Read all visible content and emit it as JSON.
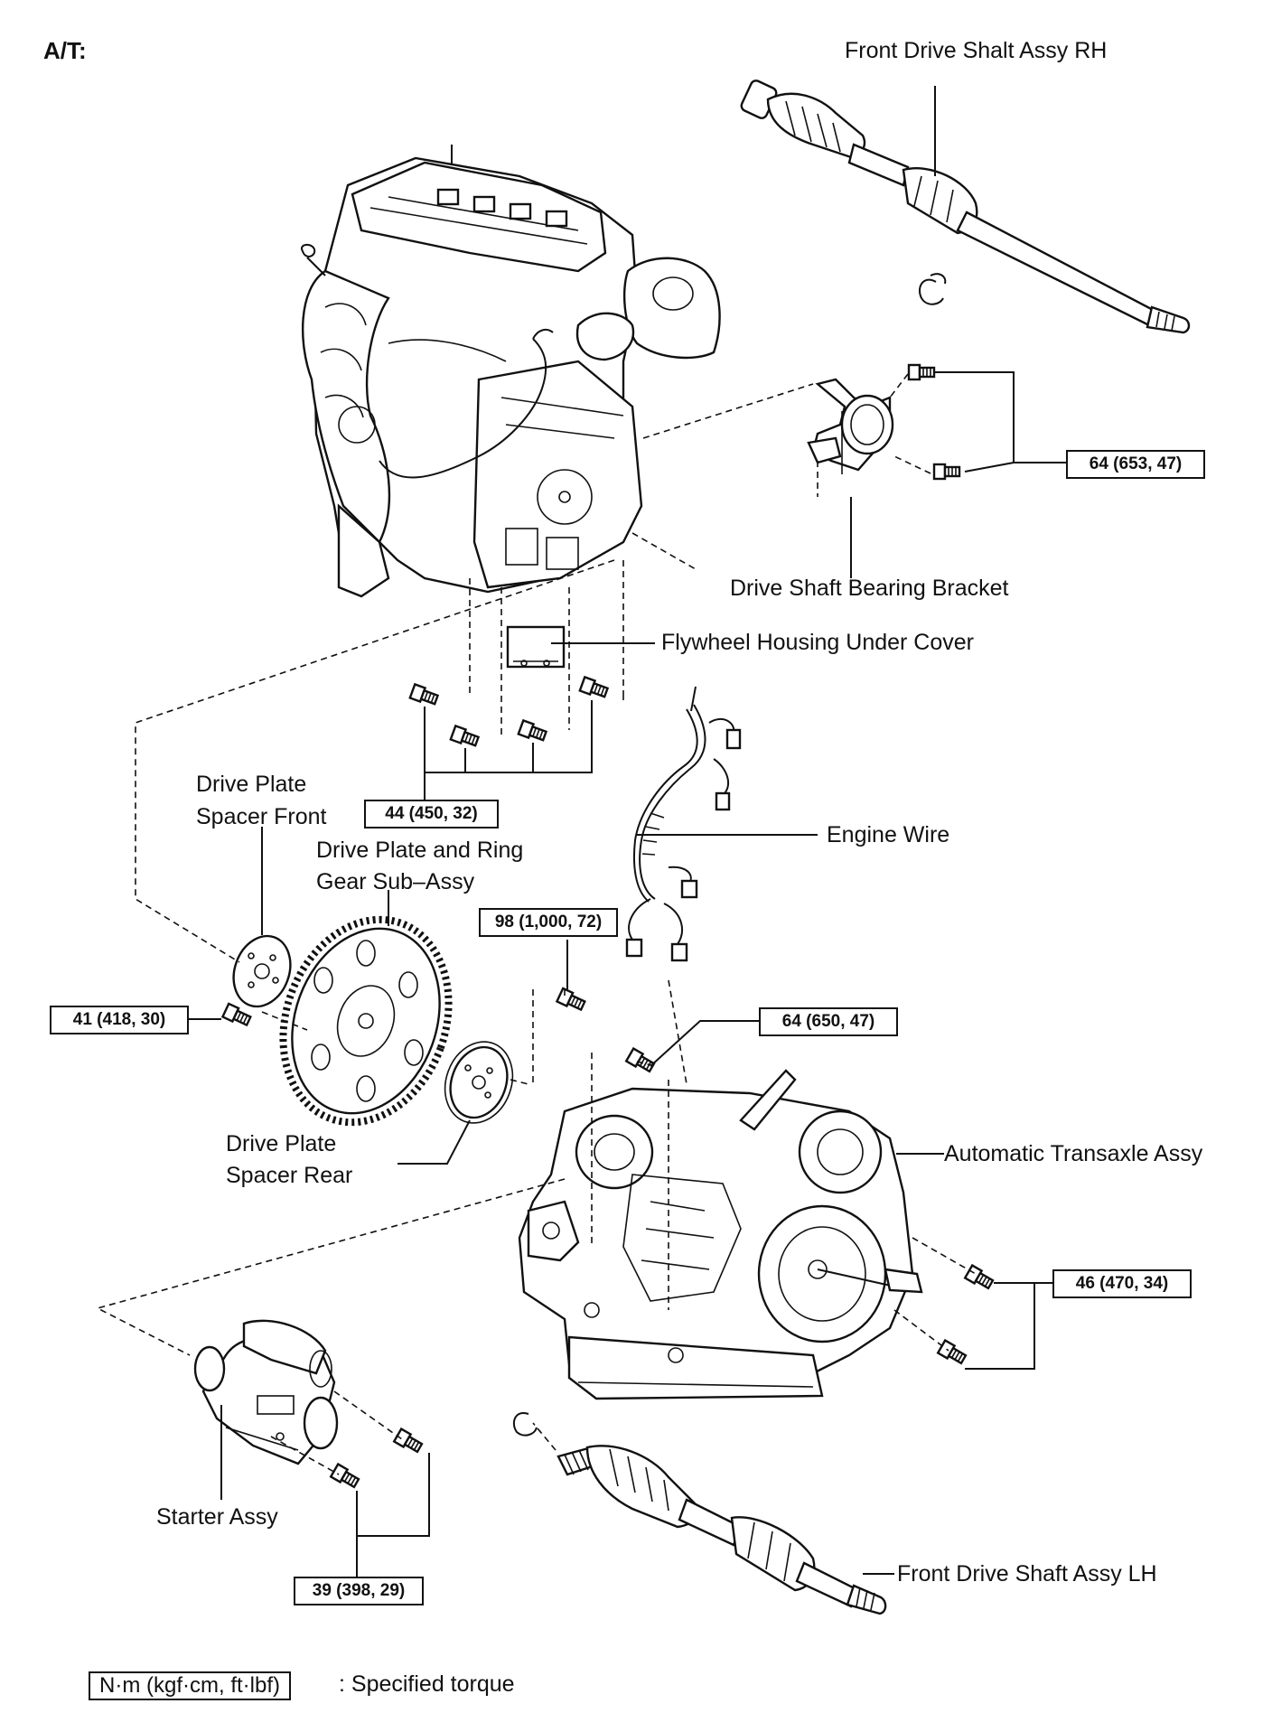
{
  "header": "A/T:",
  "labels": {
    "shaft_rh": "Front Drive Shalt Assy RH",
    "bearing_bracket": "Drive Shaft Bearing Bracket",
    "flywheel_cover": "Flywheel Housing Under Cover",
    "spacer_front_1": "Drive Plate",
    "spacer_front_2": "Spacer Front",
    "ring_gear_1": "Drive Plate and Ring",
    "ring_gear_2": "Gear Sub–Assy",
    "engine_wire": "Engine Wire",
    "spacer_rear_1": "Drive Plate",
    "spacer_rear_2": "Spacer Rear",
    "transaxle": "Automatic Transaxle Assy",
    "starter": "Starter Assy",
    "shaft_lh": "Front Drive Shaft Assy LH"
  },
  "torques": {
    "bracket": "64 (653, 47)",
    "cover": "44 (450, 32)",
    "wire": "98 (1,000, 72)",
    "drive_plate": "41 (418, 30)",
    "transaxle_upper": "64 (650, 47)",
    "transaxle_side": "46 (470, 34)",
    "starter": "39 (398, 29)"
  },
  "legend": {
    "units": "N·m (kgf·cm, ft·lbf)",
    "meaning": ": Specified torque"
  }
}
